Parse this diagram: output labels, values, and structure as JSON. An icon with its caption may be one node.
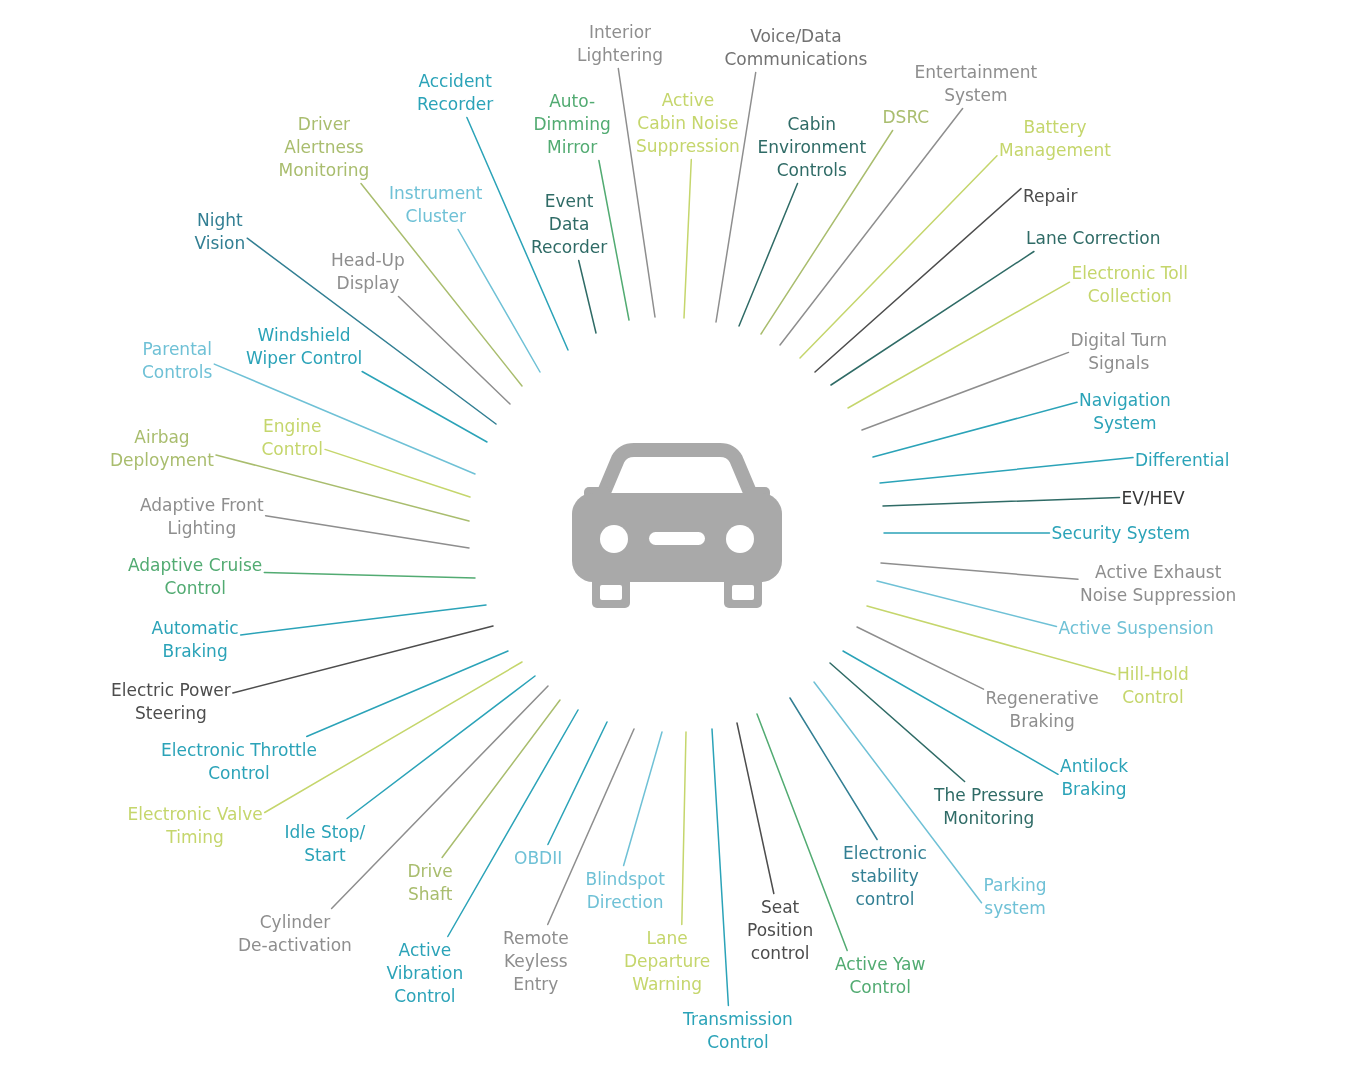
{
  "diagram": {
    "nodes": [
      {
        "text": [],
        "shape": "picture"
      },
      {
        "text": [
          "Interior Lightering"
        ]
      },
      {
        "text": [
          "Active Cabin Noise Suppression"
        ]
      },
      {
        "text": [
          "Voice/Data Communications"
        ]
      },
      {
        "text": [
          "Cabin Environment Controls"
        ]
      },
      {
        "text": [
          "DSRC"
        ]
      },
      {
        "text": [
          "Entertainment System"
        ]
      },
      {
        "text": [
          "Battery Management"
        ]
      },
      {
        "text": [
          "Repair"
        ]
      },
      {
        "text": [
          "Lane Correction"
        ]
      },
      {
        "text": [
          "Electronic Toll Collection"
        ]
      },
      {
        "text": [
          "Digital Turn Signals"
        ]
      },
      {
        "text": [
          "Navigation System"
        ]
      },
      {
        "text": [
          "Differential"
        ]
      },
      {
        "text": [
          "EV/HEV"
        ]
      },
      {
        "text": [
          "Security System"
        ]
      },
      {
        "text": [
          "Active Exhaust Noise Suppression"
        ]
      },
      {
        "text": [
          "Active Suspension"
        ]
      },
      {
        "text": [
          "Hill-Hold Control"
        ]
      },
      {
        "text": [
          "Regenerative Braking"
        ]
      },
      {
        "text": [
          "Antilock Braking"
        ]
      },
      {
        "text": [
          "The Pressure Monitoring"
        ]
      },
      {
        "text": [
          "Parking system"
        ]
      },
      {
        "text": [
          "Electronic stability control"
        ]
      },
      {
        "text": [
          "Active Yaw Control"
        ]
      },
      {
        "text": [
          "Seat Position control"
        ]
      },
      {
        "text": [
          "Transmission Control"
        ]
      },
      {
        "text": [
          "Lane Departure Warning"
        ]
      },
      {
        "text": [
          "Blindspot Direction"
        ]
      },
      {
        "text": [
          "Remote Keyless Entry"
        ]
      },
      {
        "text": [
          "OBDII"
        ]
      },
      {
        "text": [
          "Active Vibration Control"
        ]
      },
      {
        "text": [
          "Drive Shaft"
        ]
      },
      {
        "text": [
          "Cylinder De-activation"
        ]
      },
      {
        "text": [
          "Idle Stop/ Start"
        ]
      },
      {
        "text": [
          "Electronic Valve Timing"
        ]
      },
      {
        "text": [
          "Electronic Throttle Control"
        ]
      },
      {
        "text": [
          "Electric Power Steering"
        ]
      },
      {
        "text": [
          "Automatic Braking"
        ]
      },
      {
        "text": [
          "Adaptive Cruise Control"
        ]
      },
      {
        "text": [
          "Adaptive Front Lighting"
        ]
      },
      {
        "text": [
          "Airbag Deployment"
        ]
      },
      {
        "text": [
          "Engine Control"
        ]
      },
      {
        "text": [
          "Parental Controls"
        ]
      },
      {
        "text": [
          "Windshield Wiper Control"
        ]
      },
      {
        "text": [
          "Night Vision"
        ]
      },
      {
        "text": [
          "Head-Up Display"
        ]
      },
      {
        "text": [
          "Driver Alertness Monitoring"
        ]
      },
      {
        "text": [
          "Instrument Cluster"
        ]
      },
      {
        "text": [
          "Accident Recorder"
        ]
      },
      {
        "text": [
          "Event Data Recorder"
        ]
      },
      {
        "text": [
          "Auto- Dimming Mirror"
        ]
      }
    ],
    "edges": [
      {
        "from": 1,
        "to": null,
        "arrow": "none",
        "color": "#8e8e8e"
      },
      {
        "from": 2,
        "to": null,
        "arrow": "none",
        "color": "#c5d66c"
      },
      {
        "from": 3,
        "to": null,
        "arrow": "none",
        "color": "#8e8e8e"
      },
      {
        "from": 4,
        "to": null,
        "arrow": "none",
        "color": "#2f6b66"
      },
      {
        "from": 5,
        "to": null,
        "arrow": "none",
        "color": "#a9bd6e"
      },
      {
        "from": 6,
        "to": null,
        "arrow": "none",
        "color": "#8e8e8e"
      },
      {
        "from": 7,
        "to": null,
        "arrow": "none",
        "color": "#c5d66c"
      },
      {
        "from": 8,
        "to": null,
        "arrow": "none",
        "color": "#4d4d4d"
      },
      {
        "from": 9,
        "to": null,
        "arrow": "none",
        "color": "#2f6b66"
      },
      {
        "from": 10,
        "to": null,
        "arrow": "none",
        "color": "#c5d66c"
      },
      {
        "from": 11,
        "to": null,
        "arrow": "none",
        "color": "#8e8e8e"
      },
      {
        "from": 12,
        "to": null,
        "arrow": "none"
      },
      {
        "from": 13,
        "to": null,
        "arrow": "none"
      },
      {
        "from": 14,
        "to": null,
        "arrow": "none",
        "color": "#2f6b66"
      },
      {
        "from": 15,
        "to": null,
        "arrow": "none"
      },
      {
        "from": 16,
        "to": null,
        "arrow": "none",
        "color": "#8e8e8e"
      },
      {
        "from": 17,
        "to": null,
        "arrow": "none",
        "color": "#6fc1d6"
      },
      {
        "from": 18,
        "to": null,
        "arrow": "none",
        "color": "#c5d66c"
      },
      {
        "from": 19,
        "to": null,
        "arrow": "none",
        "color": "#8e8e8e"
      },
      {
        "from": 20,
        "to": null,
        "arrow": "none"
      },
      {
        "from": 21,
        "to": null,
        "arrow": "none",
        "color": "#2f6b66"
      },
      {
        "from": 22,
        "to": null,
        "arrow": "none",
        "color": "#6fc1d6"
      },
      {
        "from": 23,
        "to": null,
        "arrow": "none",
        "color": "#327f93"
      },
      {
        "from": 24,
        "to": null,
        "arrow": "none",
        "color": "#52ab72"
      },
      {
        "from": 25,
        "to": null,
        "arrow": "none",
        "color": "#4d4d4d"
      },
      {
        "from": 26,
        "to": null,
        "arrow": "none"
      },
      {
        "from": 27,
        "to": null,
        "arrow": "none",
        "color": "#c5d66c"
      },
      {
        "from": 28,
        "to": null,
        "arrow": "none",
        "color": "#6fc1d6"
      },
      {
        "from": 29,
        "to": null,
        "arrow": "none",
        "color": "#8e8e8e"
      },
      {
        "from": 30,
        "to": null,
        "arrow": "none"
      },
      {
        "from": 31,
        "to": null,
        "arrow": "none"
      },
      {
        "from": 32,
        "to": null,
        "arrow": "none",
        "color": "#a9bd6e"
      },
      {
        "from": 33,
        "to": null,
        "arrow": "none",
        "color": "#8e8e8e"
      },
      {
        "from": 34,
        "to": null,
        "arrow": "none"
      },
      {
        "from": 35,
        "to": null,
        "arrow": "none",
        "color": "#c5d66c"
      },
      {
        "from": 36,
        "to": null,
        "arrow": "none"
      },
      {
        "from": 37,
        "to": null,
        "arrow": "none",
        "color": "#4d4d4d"
      },
      {
        "from": 38,
        "to": null,
        "arrow": "none"
      },
      {
        "from": 39,
        "to": null,
        "arrow": "none",
        "color": "#52ab72"
      },
      {
        "from": 40,
        "to": null,
        "arrow": "none",
        "color": "#8e8e8e"
      },
      {
        "from": 41,
        "to": null,
        "arrow": "none",
        "color": "#a9bd6e"
      },
      {
        "from": 42,
        "to": null,
        "arrow": "none",
        "color": "#c5d66c"
      },
      {
        "from": 43,
        "to": null,
        "arrow": "none",
        "color": "#6fc1d6"
      },
      {
        "from": 44,
        "to": null,
        "arrow": "none"
      },
      {
        "from": 45,
        "to": null,
        "arrow": "none",
        "color": "#327f93"
      },
      {
        "from": 46,
        "to": null,
        "arrow": "none",
        "color": "#8e8e8e"
      },
      {
        "from": 47,
        "to": null,
        "arrow": "none",
        "color": "#a9bd6e"
      },
      {
        "from": 48,
        "to": null,
        "arrow": "none",
        "color": "#6fc1d6"
      },
      {
        "from": 49,
        "to": null,
        "arrow": "none"
      },
      {
        "from": 50,
        "to": null,
        "arrow": "none",
        "color": "#2f6b66"
      },
      {
        "from": 51,
        "to": null,
        "arrow": "none",
        "color": "#52ab72"
      }
    ]
  }
}
